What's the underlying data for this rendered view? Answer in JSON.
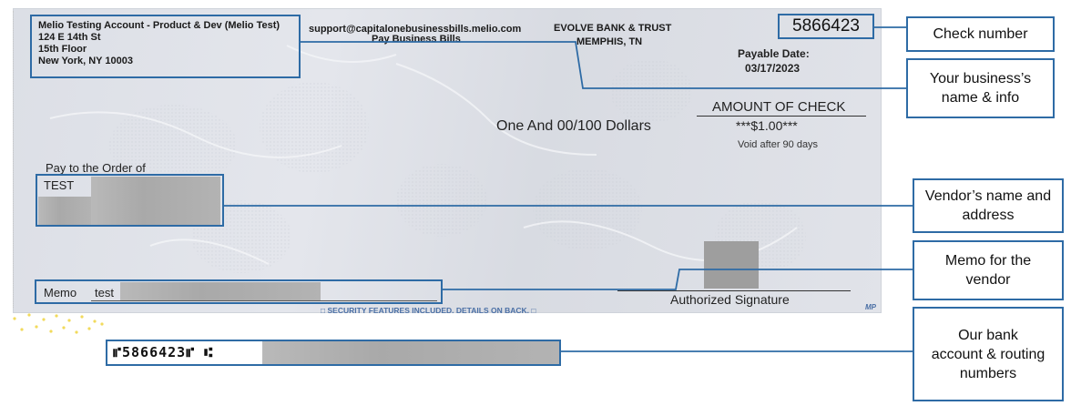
{
  "check": {
    "company_name": "Melio Testing Account - Product & Dev (Melio Test)",
    "address_line1": "124 E 14th St",
    "address_line2": "15th Floor",
    "address_line3": "New York, NY 10003",
    "support_email": "support@capitalonebusinessbills.melio.com",
    "pay_business_bills": "Pay Business Bills",
    "bank_name": "EVOLVE BANK & TRUST",
    "bank_city": "MEMPHIS, TN",
    "check_number": "5866423",
    "payable_date_label": "Payable Date:",
    "payable_date": "03/17/2023",
    "amount_of_check_label": "AMOUNT OF CHECK",
    "amount_words": "One And 00/100 Dollars",
    "amount_numeric": "***$1.00***",
    "void_notice": "Void after 90 days",
    "pay_to_label": "Pay to the Order of",
    "payee_name": "TEST",
    "memo_label": "Memo",
    "memo_value": "test",
    "signature_label": "Authorized Signature",
    "security_notice": "SECURITY FEATURES INCLUDED. DETAILS ON BACK.",
    "micr_line": "⑈5866423⑈ ⑆",
    "mp_mark": "MP"
  },
  "callouts": {
    "check_number": "Check number",
    "business_info": "Your business’s name & info",
    "vendor_info": "Vendor’s name and address",
    "memo": "Memo for the vendor",
    "bank_info": "Our bank account & routing numbers"
  },
  "colors": {
    "callout_border": "#2e6ba5",
    "check_background": "#dfe2e8",
    "redaction": "#a9a9a9"
  }
}
